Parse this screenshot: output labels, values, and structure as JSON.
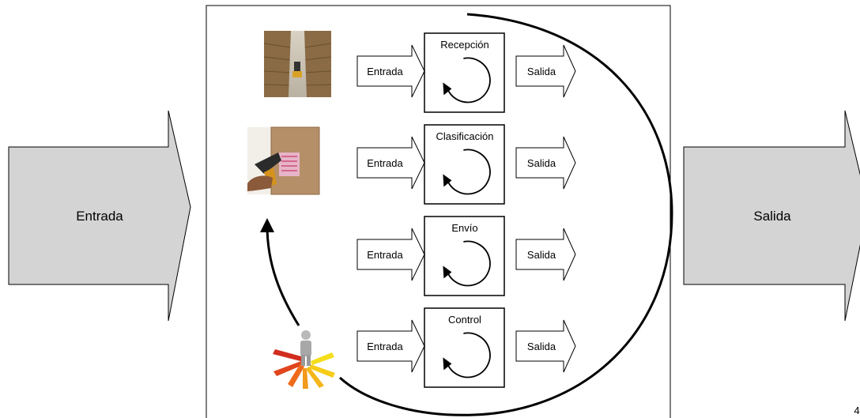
{
  "left_arrow": {
    "label": "Entrada"
  },
  "right_arrow": {
    "label": "Salida"
  },
  "processes": [
    {
      "title": "Recepción",
      "input": "Entrada",
      "output": "Salida",
      "image": "warehouse-aisle-image"
    },
    {
      "title": "Clasificación",
      "input": "Entrada",
      "output": "Salida",
      "image": "barcode-scanner-image"
    },
    {
      "title": "Envío",
      "input": "Entrada",
      "output": "Salida",
      "image": ""
    },
    {
      "title": "Control",
      "input": "Entrada",
      "output": "Salida",
      "image": "person-arrows-image"
    }
  ],
  "page_number": "4",
  "colors": {
    "arrow_fill": "#d4d4d4",
    "stroke": "#000000",
    "background": "#ffffff"
  }
}
